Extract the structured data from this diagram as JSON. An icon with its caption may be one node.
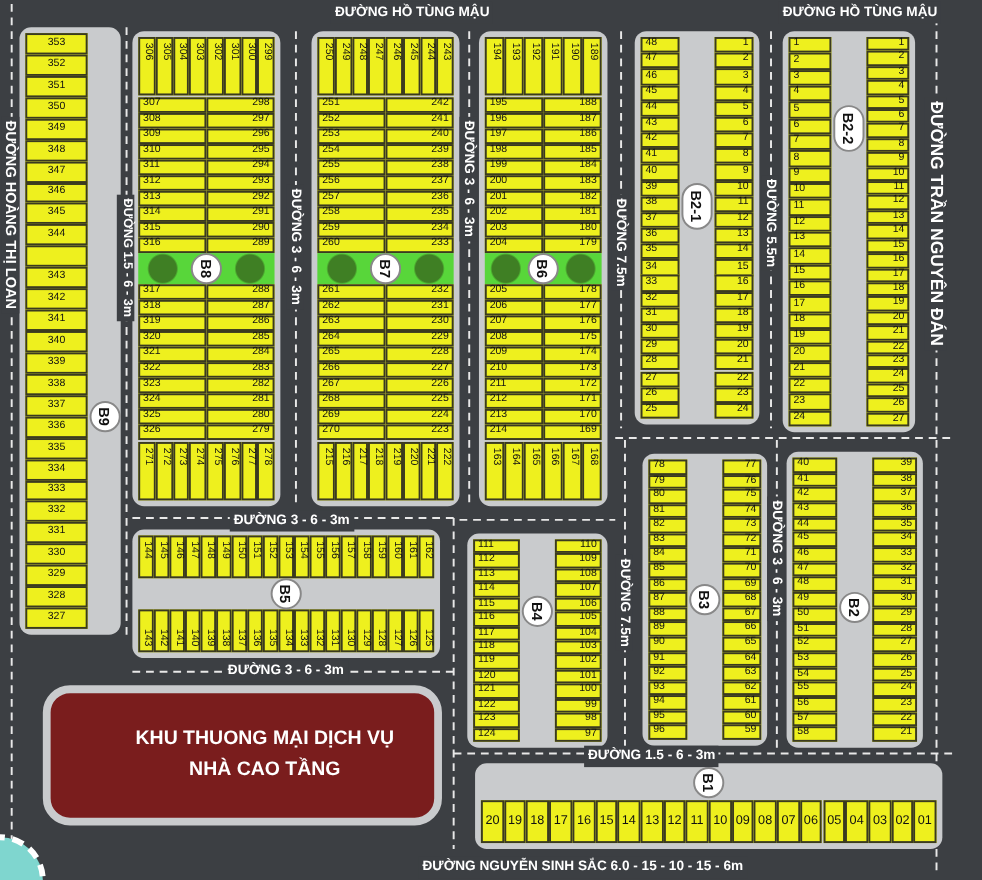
{
  "diagram": {
    "nodes": [
      {
        "text": [
          "B9"
        ]
      },
      {
        "text": [
          "353"
        ],
        "in": 0
      },
      {
        "text": [
          "352"
        ],
        "in": 0
      },
      {
        "text": [
          "351"
        ],
        "in": 0
      },
      {
        "text": [
          "350"
        ],
        "in": 0
      },
      {
        "text": [
          "349"
        ],
        "in": 0
      },
      {
        "text": [
          "348"
        ],
        "in": 0
      },
      {
        "text": [
          "347"
        ],
        "in": 0
      },
      {
        "text": [
          "346"
        ],
        "in": 0
      },
      {
        "text": [
          "345"
        ],
        "in": 0
      },
      {
        "text": [
          "344"
        ],
        "in": 0
      },
      {
        "text": [],
        "shape": "box",
        "in": 0
      },
      {
        "text": [
          "343"
        ],
        "in": 0
      },
      {
        "text": [
          "342"
        ],
        "in": 0
      },
      {
        "text": [
          "341"
        ],
        "in": 0
      },
      {
        "text": [
          "340"
        ],
        "in": 0
      },
      {
        "text": [
          "339"
        ],
        "in": 0
      },
      {
        "text": [
          "338"
        ],
        "in": 0
      },
      {
        "text": [
          "337"
        ],
        "in": 0
      },
      {
        "text": [
          "336"
        ],
        "in": 0
      },
      {
        "text": [
          "335"
        ],
        "in": 0
      },
      {
        "text": [
          "334"
        ],
        "in": 0
      },
      {
        "text": [
          "333"
        ],
        "in": 0
      },
      {
        "text": [
          "332"
        ],
        "in": 0
      },
      {
        "text": [
          "331"
        ],
        "in": 0
      },
      {
        "text": [
          "330"
        ],
        "in": 0
      },
      {
        "text": [
          "329"
        ],
        "in": 0
      },
      {
        "text": [
          "328"
        ],
        "in": 0
      },
      {
        "text": [
          "327"
        ],
        "in": 0
      },
      {
        "text": [
          "B8"
        ]
      },
      {
        "text": [
          "306"
        ],
        "in": 29
      },
      {
        "text": [
          "305"
        ],
        "in": 29
      },
      {
        "text": [
          "304"
        ],
        "in": 29
      },
      {
        "text": [
          "303"
        ],
        "in": 29
      },
      {
        "text": [
          "302"
        ],
        "in": 29
      },
      {
        "text": [
          "301"
        ],
        "in": 29
      },
      {
        "text": [
          "300"
        ],
        "in": 29
      },
      {
        "text": [
          "299"
        ],
        "in": 29
      },
      {
        "text": [
          "307"
        ],
        "in": 29
      },
      {
        "text": [
          "298"
        ],
        "in": 29
      },
      {
        "text": [
          "308"
        ],
        "in": 29
      },
      {
        "text": [
          "297"
        ],
        "in": 29
      },
      {
        "text": [
          "309"
        ],
        "in": 29
      },
      {
        "text": [
          "296"
        ],
        "in": 29
      },
      {
        "text": [
          "310"
        ],
        "in": 29
      },
      {
        "text": [
          "295"
        ],
        "in": 29
      },
      {
        "text": [
          "311"
        ],
        "in": 29
      },
      {
        "text": [
          "294"
        ],
        "in": 29
      },
      {
        "text": [
          "312"
        ],
        "in": 29
      },
      {
        "text": [
          "293"
        ],
        "in": 29
      },
      {
        "text": [
          "313"
        ],
        "in": 29
      },
      {
        "text": [
          "292"
        ],
        "in": 29
      },
      {
        "text": [
          "314"
        ],
        "in": 29
      },
      {
        "text": [
          "291"
        ],
        "in": 29
      },
      {
        "text": [
          "315"
        ],
        "in": 29
      },
      {
        "text": [
          "290"
        ],
        "in": 29
      },
      {
        "text": [
          "316"
        ],
        "in": 29
      },
      {
        "text": [
          "289"
        ],
        "in": 29
      },
      {
        "text": [
          "317"
        ],
        "in": 29
      },
      {
        "text": [
          "288"
        ],
        "in": 29
      },
      {
        "text": [
          "318"
        ],
        "in": 29
      },
      {
        "text": [
          "287"
        ],
        "in": 29
      },
      {
        "text": [
          "319"
        ],
        "in": 29
      },
      {
        "text": [
          "286"
        ],
        "in": 29
      },
      {
        "text": [
          "320"
        ],
        "in": 29
      },
      {
        "text": [
          "285"
        ],
        "in": 29
      },
      {
        "text": [
          "321"
        ],
        "in": 29
      },
      {
        "text": [
          "284"
        ],
        "in": 29
      },
      {
        "text": [
          "322"
        ],
        "in": 29
      },
      {
        "text": [
          "283"
        ],
        "in": 29
      },
      {
        "text": [
          "323"
        ],
        "in": 29
      },
      {
        "text": [
          "282"
        ],
        "in": 29
      },
      {
        "text": [
          "324"
        ],
        "in": 29
      },
      {
        "text": [
          "281"
        ],
        "in": 29
      },
      {
        "text": [
          "325"
        ],
        "in": 29
      },
      {
        "text": [
          "280"
        ],
        "in": 29
      },
      {
        "text": [
          "326"
        ],
        "in": 29
      },
      {
        "text": [
          "279"
        ],
        "in": 29
      },
      {
        "text": [
          "271"
        ],
        "in": 29
      },
      {
        "text": [
          "272"
        ],
        "in": 29
      },
      {
        "text": [
          "273"
        ],
        "in": 29
      },
      {
        "text": [
          "274"
        ],
        "in": 29
      },
      {
        "text": [
          "275"
        ],
        "in": 29
      },
      {
        "text": [
          "276"
        ],
        "in": 29
      },
      {
        "text": [
          "277"
        ],
        "in": 29
      },
      {
        "text": [
          "278"
        ],
        "in": 29
      },
      {
        "text": [
          "B7"
        ]
      },
      {
        "text": [
          "250"
        ],
        "in": 86
      },
      {
        "text": [
          "249"
        ],
        "in": 86
      },
      {
        "text": [
          "248"
        ],
        "in": 86
      },
      {
        "text": [
          "247"
        ],
        "in": 86
      },
      {
        "text": [
          "246"
        ],
        "in": 86
      },
      {
        "text": [
          "245"
        ],
        "in": 86
      },
      {
        "text": [
          "244"
        ],
        "in": 86
      },
      {
        "text": [
          "243"
        ],
        "in": 86
      },
      {
        "text": [
          "251"
        ],
        "in": 86
      },
      {
        "text": [
          "242"
        ],
        "in": 86
      },
      {
        "text": [
          "252"
        ],
        "in": 86
      },
      {
        "text": [
          "241"
        ],
        "in": 86
      },
      {
        "text": [
          "253"
        ],
        "in": 86
      },
      {
        "text": [
          "240"
        ],
        "in": 86
      },
      {
        "text": [
          "254"
        ],
        "in": 86
      },
      {
        "text": [
          "239"
        ],
        "in": 86
      },
      {
        "text": [
          "255"
        ],
        "in": 86
      },
      {
        "text": [
          "238"
        ],
        "in": 86
      },
      {
        "text": [
          "256"
        ],
        "in": 86
      },
      {
        "text": [
          "237"
        ],
        "in": 86
      },
      {
        "text": [
          "257"
        ],
        "in": 86
      },
      {
        "text": [
          "236"
        ],
        "in": 86
      },
      {
        "text": [
          "258"
        ],
        "in": 86
      },
      {
        "text": [
          "235"
        ],
        "in": 86
      },
      {
        "text": [
          "259"
        ],
        "in": 86
      },
      {
        "text": [
          "234"
        ],
        "in": 86
      },
      {
        "text": [
          "260"
        ],
        "in": 86
      },
      {
        "text": [
          "233"
        ],
        "in": 86
      },
      {
        "text": [
          "261"
        ],
        "in": 86
      },
      {
        "text": [
          "232"
        ],
        "in": 86
      },
      {
        "text": [
          "262"
        ],
        "in": 86
      },
      {
        "text": [
          "231"
        ],
        "in": 86
      },
      {
        "text": [
          "263"
        ],
        "in": 86
      },
      {
        "text": [
          "230"
        ],
        "in": 86
      },
      {
        "text": [
          "264"
        ],
        "in": 86
      },
      {
        "text": [
          "229"
        ],
        "in": 86
      },
      {
        "text": [
          "265"
        ],
        "in": 86
      },
      {
        "text": [
          "228"
        ],
        "in": 86
      },
      {
        "text": [
          "266"
        ],
        "in": 86
      },
      {
        "text": [
          "227"
        ],
        "in": 86
      },
      {
        "text": [
          "267"
        ],
        "in": 86
      },
      {
        "text": [
          "226"
        ],
        "in": 86
      },
      {
        "text": [
          "268"
        ],
        "in": 86
      },
      {
        "text": [
          "225"
        ],
        "in": 86
      },
      {
        "text": [
          "269"
        ],
        "in": 86
      },
      {
        "text": [
          "224"
        ],
        "in": 86
      },
      {
        "text": [
          "270"
        ],
        "in": 86
      },
      {
        "text": [
          "223"
        ],
        "in": 86
      },
      {
        "text": [
          "215"
        ],
        "in": 86
      },
      {
        "text": [
          "216"
        ],
        "in": 86
      },
      {
        "text": [
          "217"
        ],
        "in": 86
      },
      {
        "text": [
          "218"
        ],
        "in": 86
      },
      {
        "text": [
          "219"
        ],
        "in": 86
      },
      {
        "text": [
          "220"
        ],
        "in": 86
      },
      {
        "text": [
          "221"
        ],
        "in": 86
      },
      {
        "text": [
          "222"
        ],
        "in": 86
      },
      {
        "text": [
          "B6"
        ]
      },
      {
        "text": [
          "194"
        ],
        "in": 143
      },
      {
        "text": [
          "193"
        ],
        "in": 143
      },
      {
        "text": [
          "192"
        ],
        "in": 143
      },
      {
        "text": [
          "191"
        ],
        "in": 143
      },
      {
        "text": [
          "190"
        ],
        "in": 143
      },
      {
        "text": [
          "189"
        ],
        "in": 143
      },
      {
        "text": [
          "195"
        ],
        "in": 143
      },
      {
        "text": [
          "188"
        ],
        "in": 143
      },
      {
        "text": [
          "196"
        ],
        "in": 143
      },
      {
        "text": [
          "187"
        ],
        "in": 143
      },
      {
        "text": [
          "197"
        ],
        "in": 143
      },
      {
        "text": [
          "186"
        ],
        "in": 143
      },
      {
        "text": [
          "198"
        ],
        "in": 143
      },
      {
        "text": [
          "185"
        ],
        "in": 143
      },
      {
        "text": [
          "199"
        ],
        "in": 143
      },
      {
        "text": [
          "184"
        ],
        "in": 143
      },
      {
        "text": [
          "200"
        ],
        "in": 143
      },
      {
        "text": [
          "183"
        ],
        "in": 143
      },
      {
        "text": [
          "201"
        ],
        "in": 143
      },
      {
        "text": [
          "182"
        ],
        "in": 143
      },
      {
        "text": [
          "202"
        ],
        "in": 143
      },
      {
        "text": [
          "181"
        ],
        "in": 143
      },
      {
        "text": [
          "203"
        ],
        "in": 143
      },
      {
        "text": [
          "180"
        ],
        "in": 143
      },
      {
        "text": [
          "204"
        ],
        "in": 143
      },
      {
        "text": [
          "179"
        ],
        "in": 143
      },
      {
        "text": [
          "205"
        ],
        "in": 143
      },
      {
        "text": [
          "178"
        ],
        "in": 143
      },
      {
        "text": [
          "206"
        ],
        "in": 143
      },
      {
        "text": [
          "177"
        ],
        "in": 143
      },
      {
        "text": [
          "207"
        ],
        "in": 143
      },
      {
        "text": [
          "176"
        ],
        "in": 143
      },
      {
        "text": [
          "208"
        ],
        "in": 143
      },
      {
        "text": [
          "175"
        ],
        "in": 143
      },
      {
        "text": [
          "209"
        ],
        "in": 143
      },
      {
        "text": [
          "174"
        ],
        "in": 143
      },
      {
        "text": [
          "210"
        ],
        "in": 143
      },
      {
        "text": [
          "173"
        ],
        "in": 143
      },
      {
        "text": [
          "211"
        ],
        "in": 143
      },
      {
        "text": [
          "172"
        ],
        "in": 143
      },
      {
        "text": [
          "212"
        ],
        "in": 143
      },
      {
        "text": [
          "171"
        ],
        "in": 143
      },
      {
        "text": [
          "213"
        ],
        "in": 143
      },
      {
        "text": [
          "170"
        ],
        "in": 143
      },
      {
        "text": [
          "214"
        ],
        "in": 143
      },
      {
        "text": [
          "169"
        ],
        "in": 143
      },
      {
        "text": [
          "163"
        ],
        "in": 143
      },
      {
        "text": [
          "164"
        ],
        "in": 143
      },
      {
        "text": [
          "165"
        ],
        "in": 143
      },
      {
        "text": [
          "166"
        ],
        "in": 143
      },
      {
        "text": [
          "167"
        ],
        "in": 143
      },
      {
        "text": [
          "168"
        ],
        "in": 143
      },
      {
        "text": [
          "B2-1"
        ]
      },
      {
        "text": [
          "48"
        ],
        "in": 196
      },
      {
        "text": [
          "1"
        ],
        "in": 196
      },
      {
        "text": [
          "47"
        ],
        "in": 196
      },
      {
        "text": [
          "2"
        ],
        "in": 196
      },
      {
        "text": [
          "46"
        ],
        "in": 196
      },
      {
        "text": [
          "3"
        ],
        "in": 196
      },
      {
        "text": [
          "45"
        ],
        "in": 196
      },
      {
        "text": [
          "4"
        ],
        "in": 196
      },
      {
        "text": [
          "44"
        ],
        "in": 196
      },
      {
        "text": [
          "5"
        ],
        "in": 196
      },
      {
        "text": [
          "43"
        ],
        "in": 196
      },
      {
        "text": [
          "6"
        ],
        "in": 196
      },
      {
        "text": [
          "42"
        ],
        "in": 196
      },
      {
        "text": [
          "7"
        ],
        "in": 196
      },
      {
        "text": [
          "41"
        ],
        "in": 196
      },
      {
        "text": [
          "8"
        ],
        "in": 196
      },
      {
        "text": [
          "40"
        ],
        "in": 196
      },
      {
        "text": [
          "9"
        ],
        "in": 196
      },
      {
        "text": [
          "39"
        ],
        "in": 196
      },
      {
        "text": [
          "10"
        ],
        "in": 196
      },
      {
        "text": [
          "38"
        ],
        "in": 196
      },
      {
        "text": [
          "11"
        ],
        "in": 196
      },
      {
        "text": [
          "37"
        ],
        "in": 196
      },
      {
        "text": [
          "12"
        ],
        "in": 196
      },
      {
        "text": [
          "36"
        ],
        "in": 196
      },
      {
        "text": [
          "13"
        ],
        "in": 196
      },
      {
        "text": [
          "35"
        ],
        "in": 196
      },
      {
        "text": [
          "14"
        ],
        "in": 196
      },
      {
        "text": [
          "34"
        ],
        "in": 196
      },
      {
        "text": [
          "15"
        ],
        "in": 196
      },
      {
        "text": [
          "33"
        ],
        "in": 196
      },
      {
        "text": [
          "16"
        ],
        "in": 196
      },
      {
        "text": [
          "32"
        ],
        "in": 196
      },
      {
        "text": [
          "17"
        ],
        "in": 196
      },
      {
        "text": [
          "31"
        ],
        "in": 196
      },
      {
        "text": [
          "18"
        ],
        "in": 196
      },
      {
        "text": [
          "30"
        ],
        "in": 196
      },
      {
        "text": [
          "19"
        ],
        "in": 196
      },
      {
        "text": [
          "29"
        ],
        "in": 196
      },
      {
        "text": [
          "20"
        ],
        "in": 196
      },
      {
        "text": [
          "28"
        ],
        "in": 196
      },
      {
        "text": [
          "21"
        ],
        "in": 196
      },
      {
        "text": [
          "27"
        ],
        "in": 196
      },
      {
        "text": [
          "22"
        ],
        "in": 196
      },
      {
        "text": [
          "26"
        ],
        "in": 196
      },
      {
        "text": [
          "23"
        ],
        "in": 196
      },
      {
        "text": [
          "25"
        ],
        "in": 196
      },
      {
        "text": [
          "24"
        ],
        "in": 196
      },
      {
        "text": [
          "B2-2"
        ]
      },
      {
        "text": [
          "1"
        ],
        "in": 245
      },
      {
        "text": [
          "2"
        ],
        "in": 245
      },
      {
        "text": [
          "3"
        ],
        "in": 245
      },
      {
        "text": [
          "4"
        ],
        "in": 245
      },
      {
        "text": [
          "5"
        ],
        "in": 245
      },
      {
        "text": [
          "6"
        ],
        "in": 245
      },
      {
        "text": [
          "7"
        ],
        "in": 245
      },
      {
        "text": [
          "8"
        ],
        "in": 245
      },
      {
        "text": [
          "9"
        ],
        "in": 245
      },
      {
        "text": [
          "10"
        ],
        "in": 245
      },
      {
        "text": [
          "11"
        ],
        "in": 245
      },
      {
        "text": [
          "12"
        ],
        "in": 245
      },
      {
        "text": [
          "13"
        ],
        "in": 245
      },
      {
        "text": [
          "14"
        ],
        "in": 245
      },
      {
        "text": [
          "15"
        ],
        "in": 245
      },
      {
        "text": [
          "16"
        ],
        "in": 245
      },
      {
        "text": [
          "17"
        ],
        "in": 245
      },
      {
        "text": [
          "18"
        ],
        "in": 245
      },
      {
        "text": [
          "19"
        ],
        "in": 245
      },
      {
        "text": [
          "20"
        ],
        "in": 245
      },
      {
        "text": [
          "21"
        ],
        "in": 245
      },
      {
        "text": [
          "22"
        ],
        "in": 245
      },
      {
        "text": [
          "23"
        ],
        "in": 245
      },
      {
        "text": [
          "24"
        ],
        "in": 245
      },
      {
        "text": [
          "1"
        ],
        "in": 245
      },
      {
        "text": [
          "2"
        ],
        "in": 245
      },
      {
        "text": [
          "3"
        ],
        "in": 245
      },
      {
        "text": [
          "4"
        ],
        "in": 245
      },
      {
        "text": [
          "5"
        ],
        "in": 245
      },
      {
        "text": [
          "6"
        ],
        "in": 245
      },
      {
        "text": [
          "7"
        ],
        "in": 245
      },
      {
        "text": [
          "8"
        ],
        "in": 245
      },
      {
        "text": [
          "9"
        ],
        "in": 245
      },
      {
        "text": [
          "10"
        ],
        "in": 245
      },
      {
        "text": [
          "11"
        ],
        "in": 245
      },
      {
        "text": [
          "12"
        ],
        "in": 245
      },
      {
        "text": [
          "13"
        ],
        "in": 245
      },
      {
        "text": [
          "14"
        ],
        "in": 245
      },
      {
        "text": [
          "15"
        ],
        "in": 245
      },
      {
        "text": [
          "16"
        ],
        "in": 245
      },
      {
        "text": [
          "17"
        ],
        "in": 245
      },
      {
        "text": [
          "18"
        ],
        "in": 245
      },
      {
        "text": [
          "19"
        ],
        "in": 245
      },
      {
        "text": [
          "20"
        ],
        "in": 245
      },
      {
        "text": [
          "21"
        ],
        "in": 245
      },
      {
        "text": [
          "22"
        ],
        "in": 245
      },
      {
        "text": [
          "23"
        ],
        "in": 245
      },
      {
        "text": [
          "24"
        ],
        "in": 245
      },
      {
        "text": [
          "25"
        ],
        "in": 245
      },
      {
        "text": [
          "26"
        ],
        "in": 245
      },
      {
        "text": [
          "27"
        ],
        "in": 245
      },
      {
        "text": [
          "B5"
        ]
      },
      {
        "text": [
          "144"
        ],
        "in": 297
      },
      {
        "text": [
          "145"
        ],
        "in": 297
      },
      {
        "text": [
          "146"
        ],
        "in": 297
      },
      {
        "text": [
          "147"
        ],
        "in": 297
      },
      {
        "text": [
          "148"
        ],
        "in": 297
      },
      {
        "text": [
          "149"
        ],
        "in": 297
      },
      {
        "text": [
          "150"
        ],
        "in": 297
      },
      {
        "text": [
          "151"
        ],
        "in": 297
      },
      {
        "text": [
          "152"
        ],
        "in": 297
      },
      {
        "text": [
          "153"
        ],
        "in": 297
      },
      {
        "text": [
          "154"
        ],
        "in": 297
      },
      {
        "text": [
          "155"
        ],
        "in": 297
      },
      {
        "text": [
          "156"
        ],
        "in": 297
      },
      {
        "text": [
          "157"
        ],
        "in": 297
      },
      {
        "text": [
          "158"
        ],
        "in": 297
      },
      {
        "text": [
          "159"
        ],
        "in": 297
      },
      {
        "text": [
          "160"
        ],
        "in": 297
      },
      {
        "text": [
          "161"
        ],
        "in": 297
      },
      {
        "text": [
          "162"
        ],
        "in": 297
      },
      {
        "text": [
          "143"
        ],
        "in": 297
      },
      {
        "text": [
          "142"
        ],
        "in": 297
      },
      {
        "text": [
          "141"
        ],
        "in": 297
      },
      {
        "text": [
          "140"
        ],
        "in": 297
      },
      {
        "text": [
          "139"
        ],
        "in": 297
      },
      {
        "text": [
          "138"
        ],
        "in": 297
      },
      {
        "text": [
          "137"
        ],
        "in": 297
      },
      {
        "text": [
          "136"
        ],
        "in": 297
      },
      {
        "text": [
          "135"
        ],
        "in": 297
      },
      {
        "text": [
          "134"
        ],
        "in": 297
      },
      {
        "text": [
          "133"
        ],
        "in": 297
      },
      {
        "text": [
          "132"
        ],
        "in": 297
      },
      {
        "text": [
          "131"
        ],
        "in": 297
      },
      {
        "text": [
          "130"
        ],
        "in": 297
      },
      {
        "text": [
          "129"
        ],
        "in": 297
      },
      {
        "text": [
          "128"
        ],
        "in": 297
      },
      {
        "text": [
          "127"
        ],
        "in": 297
      },
      {
        "text": [
          "126"
        ],
        "in": 297
      },
      {
        "text": [
          "125"
        ],
        "in": 297
      },
      {
        "text": [
          "B4"
        ]
      },
      {
        "text": [
          "111"
        ],
        "in": 336
      },
      {
        "text": [
          "110"
        ],
        "in": 336
      },
      {
        "text": [
          "112"
        ],
        "in": 336
      },
      {
        "text": [
          "109"
        ],
        "in": 336
      },
      {
        "text": [
          "113"
        ],
        "in": 336
      },
      {
        "text": [
          "108"
        ],
        "in": 336
      },
      {
        "text": [
          "114"
        ],
        "in": 336
      },
      {
        "text": [
          "107"
        ],
        "in": 336
      },
      {
        "text": [
          "115"
        ],
        "in": 336
      },
      {
        "text": [
          "106"
        ],
        "in": 336
      },
      {
        "text": [
          "116"
        ],
        "in": 336
      },
      {
        "text": [
          "105"
        ],
        "in": 336
      },
      {
        "text": [
          "117"
        ],
        "in": 336
      },
      {
        "text": [
          "104"
        ],
        "in": 336
      },
      {
        "text": [
          "118"
        ],
        "in": 336
      },
      {
        "text": [
          "103"
        ],
        "in": 336
      },
      {
        "text": [
          "119"
        ],
        "in": 336
      },
      {
        "text": [
          "102"
        ],
        "in": 336
      },
      {
        "text": [
          "120"
        ],
        "in": 336
      },
      {
        "text": [
          "101"
        ],
        "in": 336
      },
      {
        "text": [
          "121"
        ],
        "in": 336
      },
      {
        "text": [
          "100"
        ],
        "in": 336
      },
      {
        "text": [
          "122"
        ],
        "in": 336
      },
      {
        "text": [
          "99"
        ],
        "in": 336
      },
      {
        "text": [
          "123"
        ],
        "in": 336
      },
      {
        "text": [
          "98"
        ],
        "in": 336
      },
      {
        "text": [
          "124"
        ],
        "in": 336
      },
      {
        "text": [
          "97"
        ],
        "in": 336
      },
      {
        "text": [
          "B3"
        ]
      },
      {
        "text": [
          "78"
        ],
        "in": 365
      },
      {
        "text": [
          "77"
        ],
        "in": 365
      },
      {
        "text": [
          "79"
        ],
        "in": 365
      },
      {
        "text": [
          "76"
        ],
        "in": 365
      },
      {
        "text": [
          "80"
        ],
        "in": 365
      },
      {
        "text": [
          "75"
        ],
        "in": 365
      },
      {
        "text": [
          "81"
        ],
        "in": 365
      },
      {
        "text": [
          "74"
        ],
        "in": 365
      },
      {
        "text": [
          "82"
        ],
        "in": 365
      },
      {
        "text": [
          "73"
        ],
        "in": 365
      },
      {
        "text": [
          "83"
        ],
        "in": 365
      },
      {
        "text": [
          "72"
        ],
        "in": 365
      },
      {
        "text": [
          "84"
        ],
        "in": 365
      },
      {
        "text": [
          "71"
        ],
        "in": 365
      },
      {
        "text": [
          "85"
        ],
        "in": 365
      },
      {
        "text": [
          "70"
        ],
        "in": 365
      },
      {
        "text": [
          "86"
        ],
        "in": 365
      },
      {
        "text": [
          "69"
        ],
        "in": 365
      },
      {
        "text": [
          "87"
        ],
        "in": 365
      },
      {
        "text": [
          "68"
        ],
        "in": 365
      },
      {
        "text": [
          "88"
        ],
        "in": 365
      },
      {
        "text": [
          "67"
        ],
        "in": 365
      },
      {
        "text": [
          "89"
        ],
        "in": 365
      },
      {
        "text": [
          "66"
        ],
        "in": 365
      },
      {
        "text": [
          "90"
        ],
        "in": 365
      },
      {
        "text": [
          "65"
        ],
        "in": 365
      },
      {
        "text": [
          "91"
        ],
        "in": 365
      },
      {
        "text": [
          "64"
        ],
        "in": 365
      },
      {
        "text": [
          "92"
        ],
        "in": 365
      },
      {
        "text": [
          "63"
        ],
        "in": 365
      },
      {
        "text": [
          "93"
        ],
        "in": 365
      },
      {
        "text": [
          "62"
        ],
        "in": 365
      },
      {
        "text": [
          "94"
        ],
        "in": 365
      },
      {
        "text": [
          "61"
        ],
        "in": 365
      },
      {
        "text": [
          "95"
        ],
        "in": 365
      },
      {
        "text": [
          "60"
        ],
        "in": 365
      },
      {
        "text": [
          "96"
        ],
        "in": 365
      },
      {
        "text": [
          "59"
        ],
        "in": 365
      },
      {
        "text": [
          "B2"
        ]
      },
      {
        "text": [
          "40"
        ],
        "in": 404
      },
      {
        "text": [
          "39"
        ],
        "in": 404
      },
      {
        "text": [
          "41"
        ],
        "in": 404
      },
      {
        "text": [
          "38"
        ],
        "in": 404
      },
      {
        "text": [
          "42"
        ],
        "in": 404
      },
      {
        "text": [
          "37"
        ],
        "in": 404
      },
      {
        "text": [
          "43"
        ],
        "in": 404
      },
      {
        "text": [
          "36"
        ],
        "in": 404
      },
      {
        "text": [
          "44"
        ],
        "in": 404
      },
      {
        "text": [
          "35"
        ],
        "in": 404
      },
      {
        "text": [
          "45"
        ],
        "in": 404
      },
      {
        "text": [
          "34"
        ],
        "in": 404
      },
      {
        "text": [
          "46"
        ],
        "in": 404
      },
      {
        "text": [
          "33"
        ],
        "in": 404
      },
      {
        "text": [
          "47"
        ],
        "in": 404
      },
      {
        "text": [
          "32"
        ],
        "in": 404
      },
      {
        "text": [
          "48"
        ],
        "in": 404
      },
      {
        "text": [
          "31"
        ],
        "in": 404
      },
      {
        "text": [
          "49"
        ],
        "in": 404
      },
      {
        "text": [
          "30"
        ],
        "in": 404
      },
      {
        "text": [
          "50"
        ],
        "in": 404
      },
      {
        "text": [
          "29"
        ],
        "in": 404
      },
      {
        "text": [
          "51"
        ],
        "in": 404
      },
      {
        "text": [
          "28"
        ],
        "in": 404
      },
      {
        "text": [
          "52"
        ],
        "in": 404
      },
      {
        "text": [
          "27"
        ],
        "in": 404
      },
      {
        "text": [
          "53"
        ],
        "in": 404
      },
      {
        "text": [
          "26"
        ],
        "in": 404
      },
      {
        "text": [
          "54"
        ],
        "in": 404
      },
      {
        "text": [
          "25"
        ],
        "in": 404
      },
      {
        "text": [
          "55"
        ],
        "in": 404
      },
      {
        "text": [
          "24"
        ],
        "in": 404
      },
      {
        "text": [
          "56"
        ],
        "in": 404
      },
      {
        "text": [
          "23"
        ],
        "in": 404
      },
      {
        "text": [
          "57"
        ],
        "in": 404
      },
      {
        "text": [
          "22"
        ],
        "in": 404
      },
      {
        "text": [
          "58"
        ],
        "in": 404
      },
      {
        "text": [
          "21"
        ],
        "in": 404
      },
      {
        "text": [
          "KHU THUONG MẠI DỊCH VỤ NHÀ CAO TẦNG"
        ]
      },
      {
        "text": [
          "B1"
        ]
      },
      {
        "text": [
          "20"
        ],
        "in": 444
      },
      {
        "text": [
          "19"
        ],
        "in": 444
      },
      {
        "text": [
          "18"
        ],
        "in": 444
      },
      {
        "text": [
          "17"
        ],
        "in": 444
      },
      {
        "text": [
          "16"
        ],
        "in": 444
      },
      {
        "text": [
          "15"
        ],
        "in": 444
      },
      {
        "text": [
          "14"
        ],
        "in": 444
      },
      {
        "text": [
          "13"
        ],
        "in": 444
      },
      {
        "text": [
          "12"
        ],
        "in": 444
      },
      {
        "text": [
          "11"
        ],
        "in": 444
      },
      {
        "text": [
          "10"
        ],
        "in": 444
      },
      {
        "text": [
          "09"
        ],
        "in": 444
      },
      {
        "text": [
          "08"
        ],
        "in": 444
      },
      {
        "text": [
          "07"
        ],
        "in": 444
      },
      {
        "text": [
          "06"
        ],
        "in": 444
      },
      {
        "text": [
          "05"
        ],
        "in": 444
      },
      {
        "text": [
          "04"
        ],
        "in": 444
      },
      {
        "text": [
          "03"
        ],
        "in": 444
      },
      {
        "text": [
          "02"
        ],
        "in": 444
      },
      {
        "text": [
          "01"
        ],
        "in": 444
      }
    ],
    "labels": [
      "ĐƯỜNG HỒ TÙNG MẬU",
      "ĐƯỜNG HỒ TÙNG MẬU",
      "ĐƯỜNG HOÀNG THỊ LOAN",
      "ĐƯỜNG 1.5 - 6 - 3m",
      "ĐƯỜNG 3 - 6 - 3m",
      "ĐƯỜNG 3 - 6 - 3m",
      "ĐƯỜNG 7.5m",
      "ĐƯỜNG 5.5m",
      "ĐƯỜNG TRẦN NGUYÊN ĐÁN",
      "ĐƯỜNG 3 - 6 - 3m",
      "ĐƯỜNG 7.5m",
      "ĐƯỜNG 3 - 6 - 3m",
      "ĐƯỜNG 3 - 6 - 3m",
      "ĐƯỜNG 1.5 - 6 - 3m",
      "ĐƯỜNG NGUYỄN SINH SẮC 6.0 - 15 - 10 - 15 - 6m"
    ]
  }
}
